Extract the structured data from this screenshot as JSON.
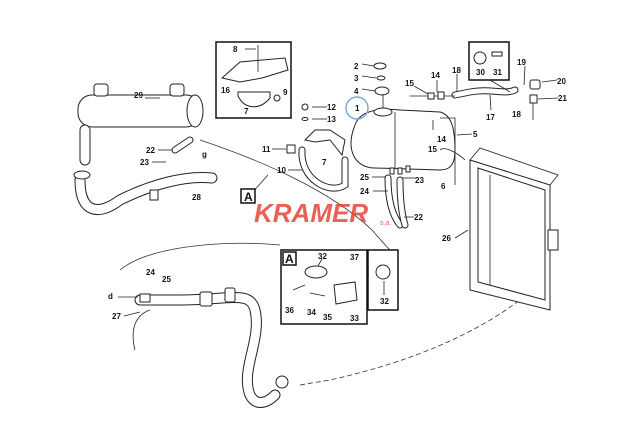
{
  "diagram": {
    "watermark": {
      "brand": "KRAMER",
      "suffix": "s.a.",
      "color": "#e23a2a"
    },
    "detail_marker": "A",
    "highlight_color": "#7aa7d6",
    "labels": {
      "inset_top": [
        "8",
        "16",
        "7",
        "9"
      ],
      "tank": [
        "2",
        "3",
        "4",
        "1",
        "12",
        "13",
        "11",
        "7",
        "10",
        "25",
        "23",
        "24",
        "22"
      ],
      "hose_top": [
        "15",
        "14",
        "18",
        "19",
        "20",
        "21",
        "18",
        "17",
        "5",
        "14",
        "15",
        "6"
      ],
      "inset_clamp": [
        "30",
        "31"
      ],
      "radiator": [
        "26"
      ],
      "left": [
        "29",
        "22",
        "23",
        "28",
        "g"
      ],
      "inset_a": [
        "32",
        "37",
        "36",
        "34",
        "35",
        "33"
      ],
      "inset_a_side": [
        "32"
      ],
      "bottom": [
        "24",
        "25",
        "d",
        "27"
      ]
    }
  }
}
